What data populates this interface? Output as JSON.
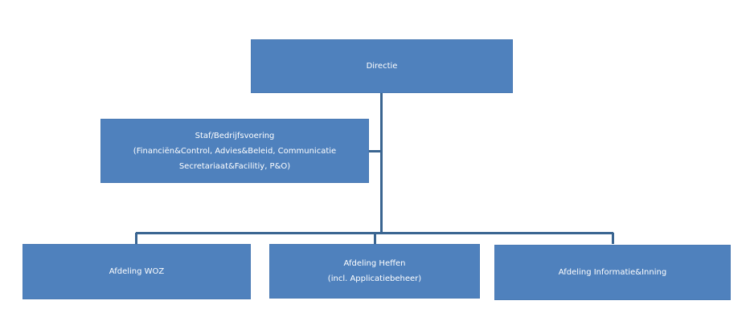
{
  "colors": {
    "box_fill": "#4f81bd",
    "connector": "#3a6591"
  },
  "directie": {
    "label": "Directie"
  },
  "staf": {
    "line1": "Staf/Bedrijfsvoering",
    "line2": "(Financiën&Control, Advies&Beleid, Communicatie",
    "line3": "Secretariaat&Facilitiy, P&O)"
  },
  "departments": {
    "woz": {
      "label": "Afdeling WOZ"
    },
    "heffen": {
      "line1": "Afdeling Heffen",
      "line2": "(incl. Applicatiebeheer)"
    },
    "informatie": {
      "label": "Afdeling Informatie&Inning"
    }
  }
}
